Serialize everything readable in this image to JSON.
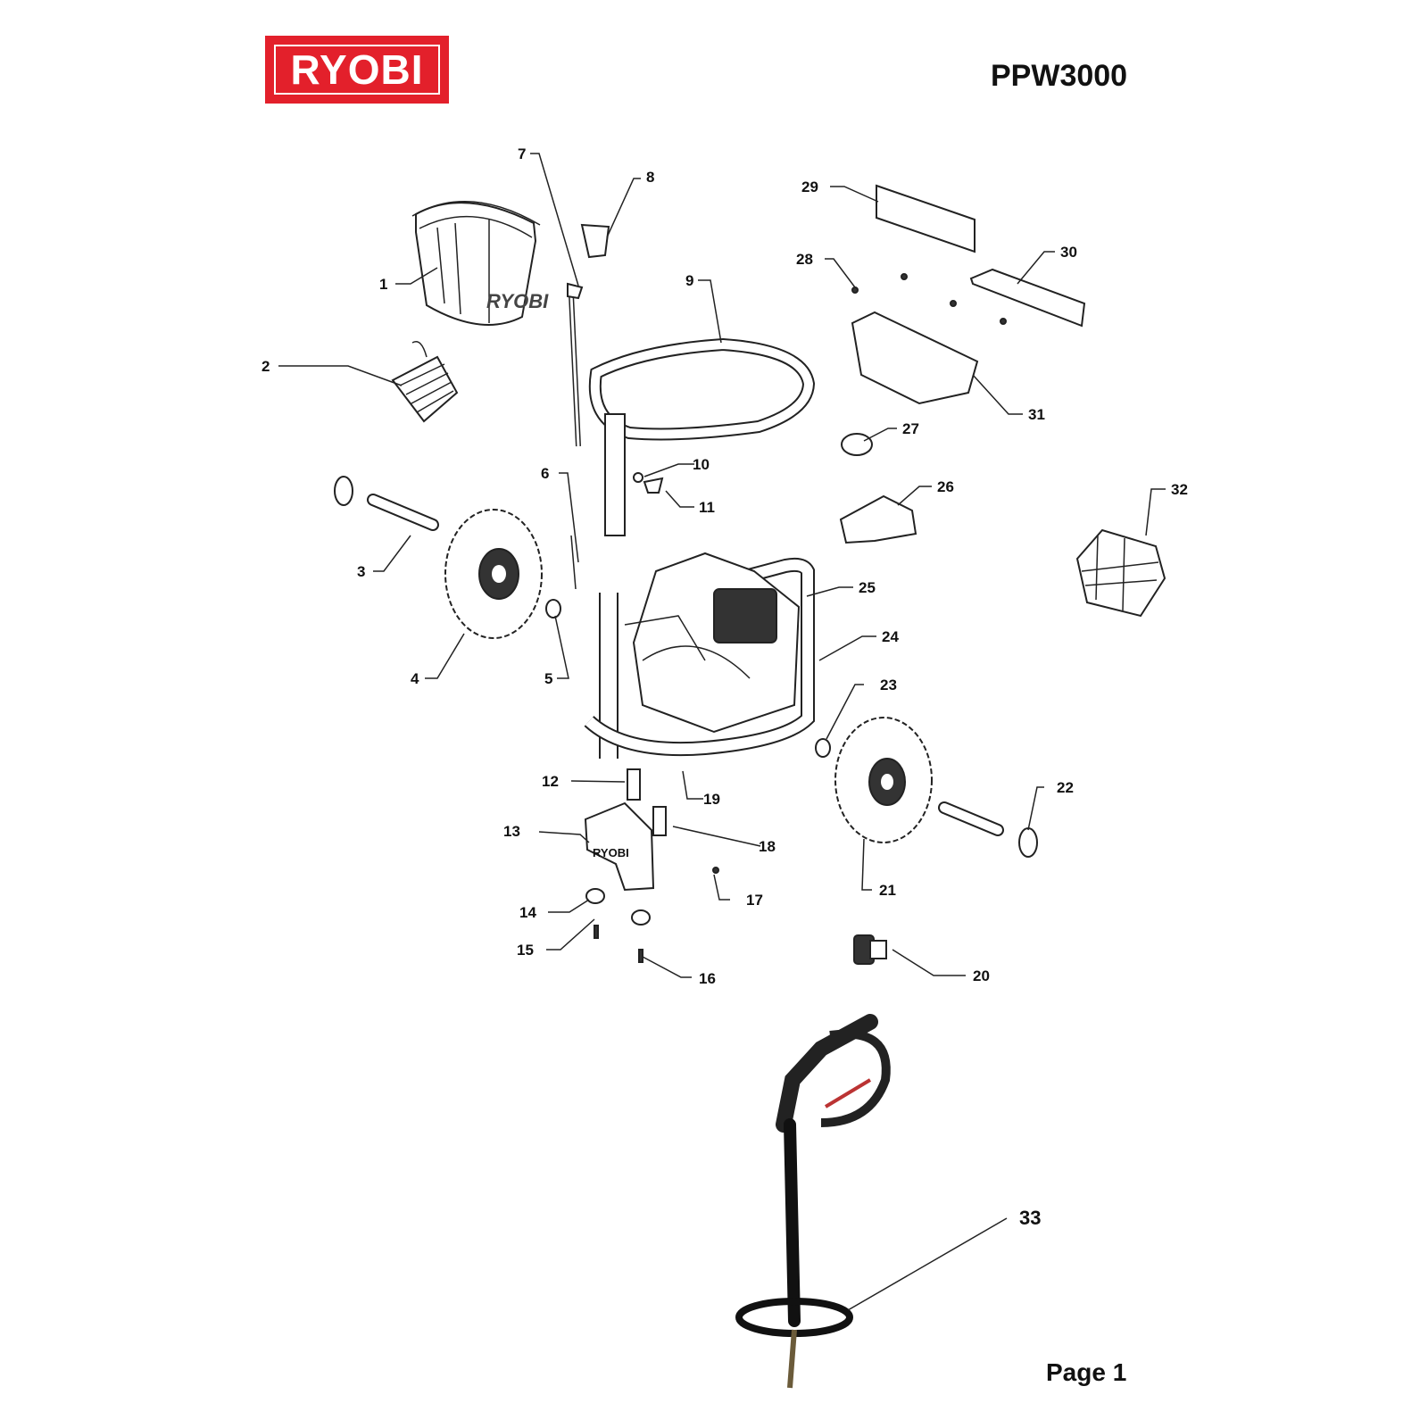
{
  "brand": "RYOBI",
  "model": "PPW3000",
  "page": "Page 1",
  "basket_logo": "RYOBI",
  "cover_logo": "RYOBI",
  "brand_color": "#e3202b",
  "callouts": [
    "1",
    "2",
    "3",
    "4",
    "5",
    "6",
    "7",
    "8",
    "9",
    "10",
    "11",
    "12",
    "13",
    "14",
    "15",
    "16",
    "17",
    "18",
    "19",
    "20",
    "21",
    "22",
    "23",
    "24",
    "25",
    "26",
    "27",
    "28",
    "29",
    "30",
    "31",
    "32",
    "33"
  ]
}
